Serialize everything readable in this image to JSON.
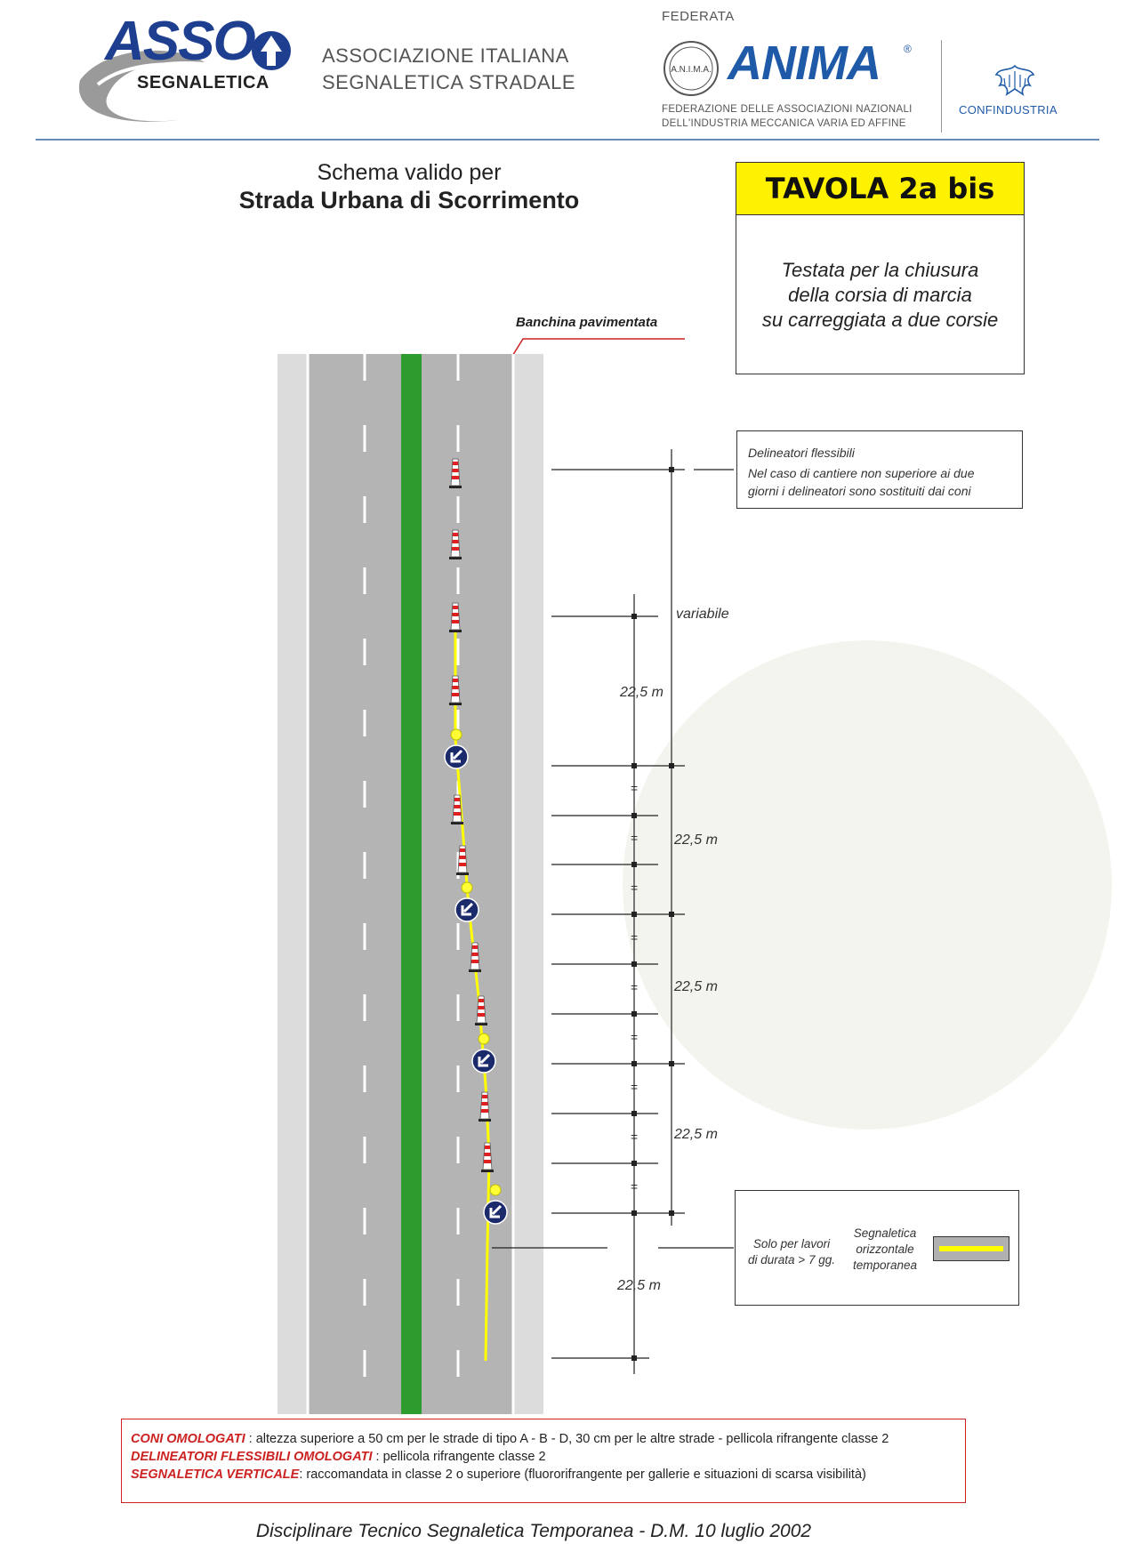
{
  "header": {
    "asso_logo_word": "ASSO",
    "asso_logo_sub": "SEGNALETICA",
    "assoc_line1": "ASSOCIAZIONE ITALIANA",
    "assoc_line2": "SEGNALETICA STRADALE",
    "federata": "FEDERATA",
    "anima_seal": "A.N.I.M.A.",
    "anima_word": "ANIMA",
    "anima_reg": "®",
    "fed_line1": "FEDERAZIONE DELLE ASSOCIAZIONI NAZIONALI",
    "fed_line2": "DELL'INDUSTRIA MECCANICA VARIA ED AFFINE",
    "confindustria": "CONFINDUSTRIA"
  },
  "title": {
    "line1": "Schema valido per",
    "line2": "Strada Urbana di Scorrimento"
  },
  "tavola": {
    "label": "TAVOLA  2a bis",
    "desc1": "Testata per la chiusura",
    "desc2": "della corsia di marcia",
    "desc3": "su carreggiata a due corsie"
  },
  "diagram": {
    "banchina": "Banchina pavimentata",
    "variabile": "variabile",
    "dim_22_5": "22,5 m",
    "equal_mark": "=",
    "road_colors": {
      "shoulder": "#dcdcdc",
      "carriageway": "#b4b4b4",
      "median": "#2e9b2e",
      "temp_marking": "#ffff00"
    }
  },
  "legend_delineatori": {
    "title": "Delineatori flessibili",
    "line2": "Nel caso di cantiere non superiore ai due",
    "line3": "giorni i delineatori sono sostituiti dai coni"
  },
  "legend_segnaletica": {
    "solo1": "Solo per lavori",
    "solo2": "di durata > 7 gg.",
    "seg1": "Segnaletica",
    "seg2": "orizzontale",
    "seg3": "temporanea"
  },
  "notes": {
    "coni_key": "CONI OMOLOGATI",
    "coni_text": " : altezza superiore a 50 cm per le strade di tipo A - B - D, 30 cm per le altre strade - pellicola rifrangente classe 2",
    "deli_key": "DELINEATORI FLESSIBILI OMOLOGATI",
    "deli_text": " :  pellicola rifrangente classe 2",
    "segn_key": "SEGNALETICA VERTICALE",
    "segn_text": ": raccomandata in classe 2 o superiore (fluororifrangente per gallerie e situazioni di scarsa visibilità)"
  },
  "footer": "Disciplinare Tecnico Segnaletica Temporanea - D.M.  10 luglio 2002"
}
